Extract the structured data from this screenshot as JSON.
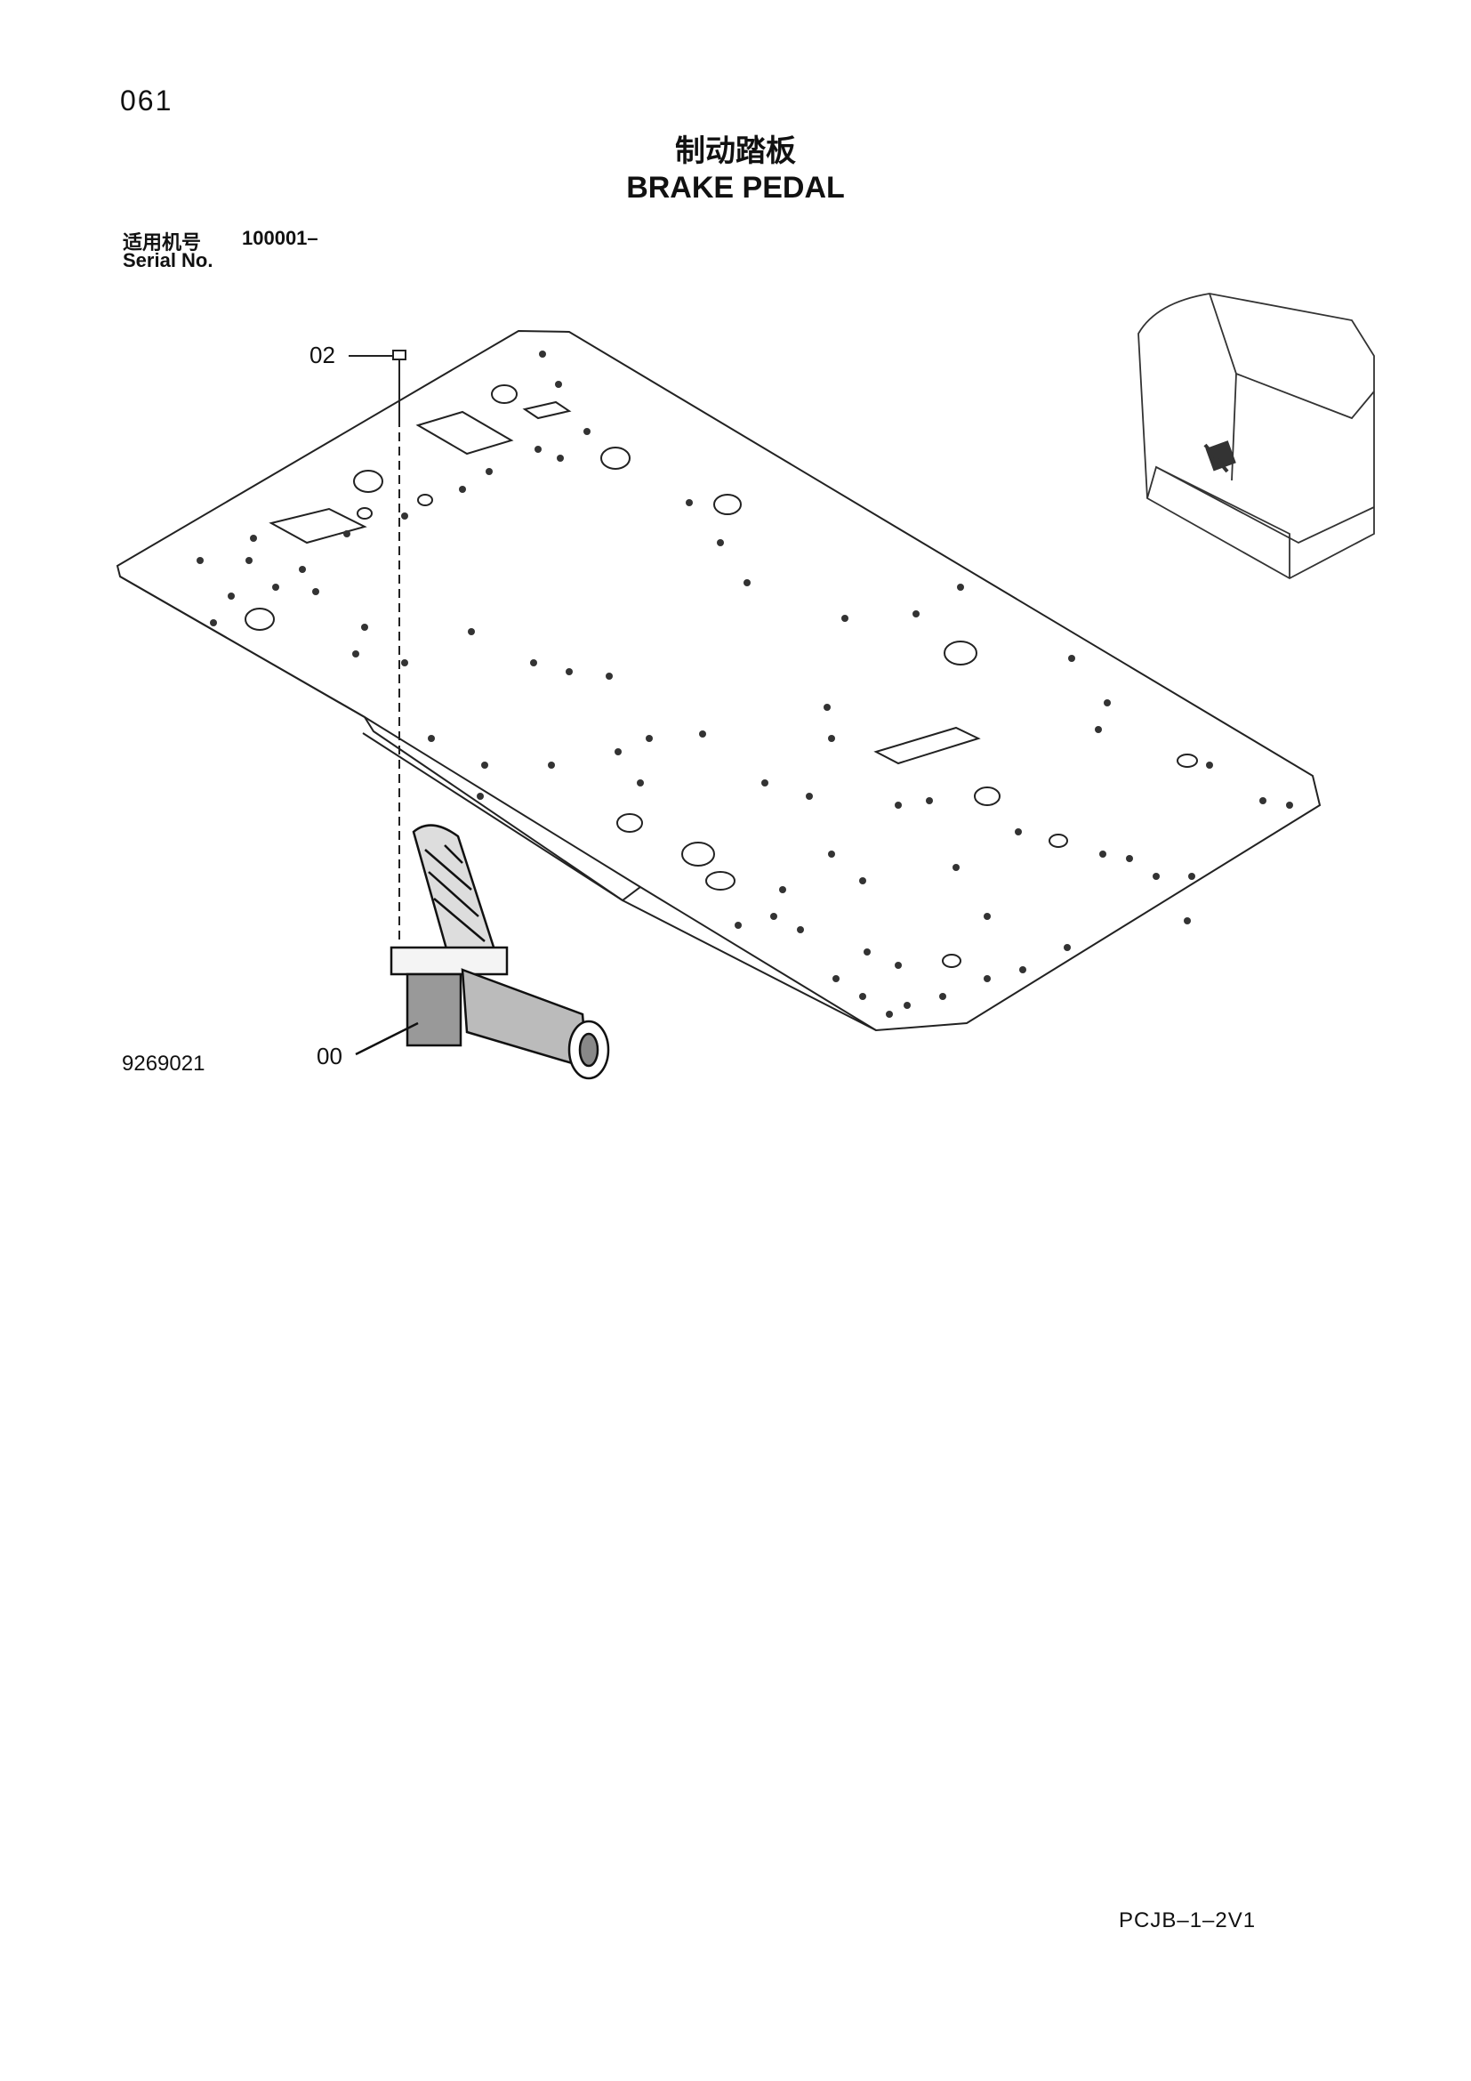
{
  "page_number": "061",
  "title_cn": "制动踏板",
  "title_en": "BRAKE PEDAL",
  "serial": {
    "label_cn": "适用机号",
    "range": "100001–",
    "label_en": "Serial No."
  },
  "callouts": {
    "bolt": "02",
    "pedal": "00"
  },
  "drawing_number": "9269021",
  "doc_code": "PCJB–1–2V1"
}
